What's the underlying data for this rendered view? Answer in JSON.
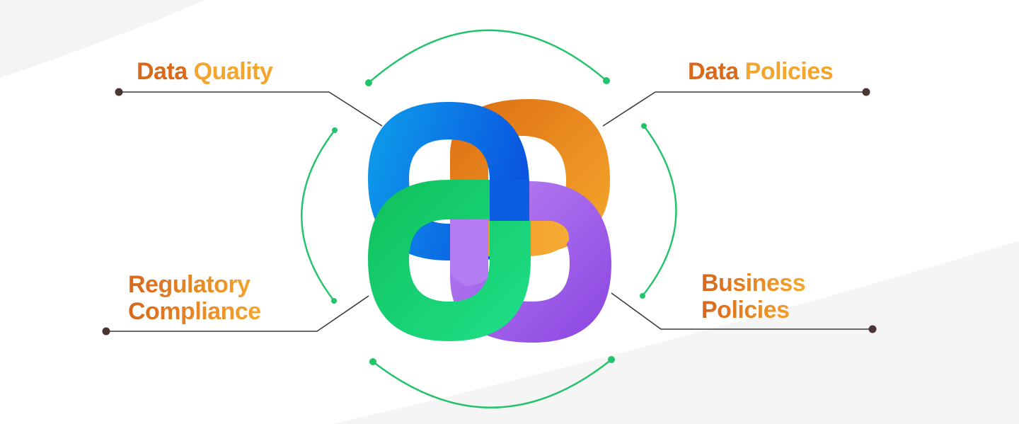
{
  "labels": {
    "data_quality": {
      "first": "Data",
      "second": "Quality"
    },
    "data_policies": {
      "first": "Data",
      "second": "Policies"
    },
    "regulatory_compliance": {
      "line1": "Regulatory",
      "line2": "Compliance"
    },
    "business_policies": {
      "line1": "Business",
      "line2": "Policies"
    }
  },
  "colors": {
    "label_orange_dark": "#d9691b",
    "label_orange_light": "#f3a52c",
    "connector_line": "#3b3b3b",
    "connector_dot": "#4a3535",
    "arc_green": "#22c36a",
    "ring_blue": "#0f6fe0",
    "ring_orange": "#e8891f",
    "ring_green": "#1dd17a",
    "ring_purple": "#9b5ee8",
    "background_shape": "#f4f4f4"
  }
}
